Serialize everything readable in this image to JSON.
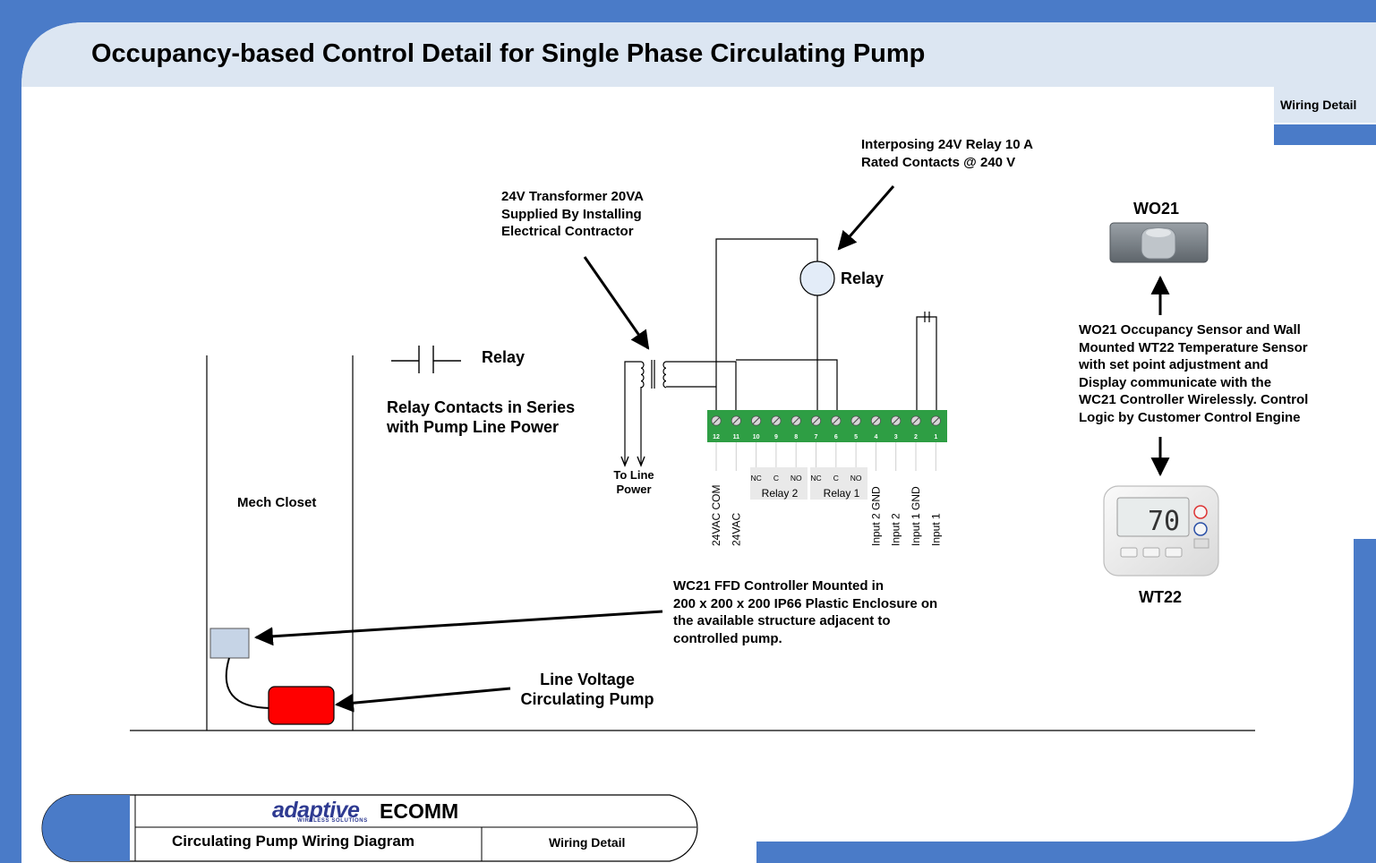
{
  "title": "Occupancy-based Control Detail for Single Phase Circulating Pump",
  "corner_tab": "Wiring Detail",
  "colors": {
    "frame_blue": "#4a7bc8",
    "header_fill": "#dce6f2",
    "pump_red": "#ff0000",
    "controller_box": "#c6d4e6",
    "terminal_green": "#2e9e44",
    "relay_coil_fill": "#e3ecf8"
  },
  "callouts": {
    "interposing_relay": "Interposing 24V Relay 10 A\nRated Contacts @ 240 V",
    "transformer": "24V Transformer 20VA\nSupplied By Installing\nElectrical Contractor",
    "relay_coil_label": "Relay",
    "relay_contact_label": "Relay",
    "relay_contacts_note": "Relay Contacts in Series\nwith Pump Line Power",
    "to_line_power": "To Line\nPower",
    "mech_closet": "Mech Closet",
    "wo21_title": "WO21",
    "wt22_title": "WT22",
    "wireless_note": "WO21 Occupancy Sensor and Wall\nMounted WT22 Temperature Sensor\nwith set point adjustment and\nDisplay communicate with the\nWC21 Controller Wirelessly. Control\nLogic by Customer Control Engine",
    "controller_note": "WC21 FFD Controller Mounted in\n200 x 200 x 200 IP66 Plastic Enclosure on\nthe available structure adjacent to\ncontrolled pump.",
    "pump_note": "Line Voltage\nCirculating Pump"
  },
  "terminal_block": {
    "numbers": [
      "12",
      "11",
      "10",
      "9",
      "8",
      "7",
      "6",
      "5",
      "4",
      "3",
      "2",
      "1"
    ],
    "functions": [
      "24VAC COM",
      "24VAC",
      "Input 2 GND",
      "Input 2",
      "Input 1 GND",
      "Input 1"
    ],
    "relay2_contacts": [
      "NC",
      "C",
      "NO"
    ],
    "relay2_label": "Relay 2",
    "relay1_contacts": [
      "NC",
      "C",
      "NO"
    ],
    "relay1_label": "Relay 1"
  },
  "thermostat_display": "70",
  "title_block": {
    "brand": "adaptive",
    "brand_sub": "WIRELESS SOLUTIONS",
    "product": "ECOMM",
    "drawing_title": "Circulating Pump Wiring Diagram",
    "sheet_type": "Wiring Detail"
  }
}
